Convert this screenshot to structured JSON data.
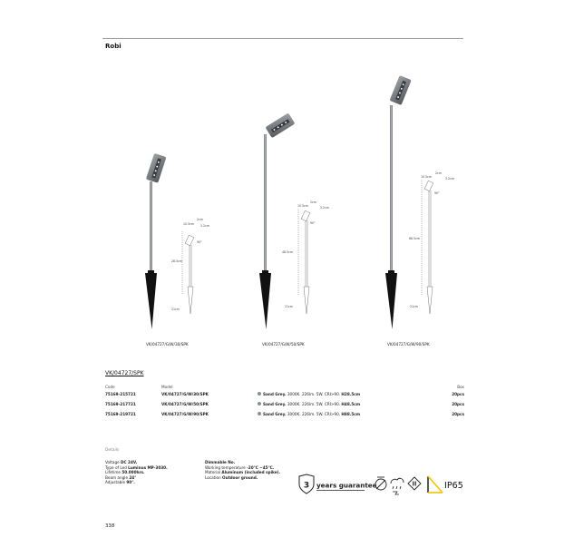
{
  "page": {
    "title": "Robi",
    "page_number": "338"
  },
  "products": [
    {
      "caption": "VK/04727/G/W/30/SPK",
      "dims": {
        "w1": "10.5cm",
        "w2": "2cm",
        "w3": "3.2cm",
        "angle": "90°",
        "height": "28.5cm",
        "spike": "21cm"
      }
    },
    {
      "caption": "VK/04727/G/W/50/SPK",
      "dims": {
        "w1": "10.5cm",
        "w2": "2cm",
        "w3": "3.2cm",
        "angle": "90°",
        "height": "48.5cm",
        "spike": "21cm"
      }
    },
    {
      "caption": "VK/04727/G/W/90/SPK",
      "dims": {
        "w1": "10.5cm",
        "w2": "2cm",
        "w3": "3.2cm",
        "angle": "90°",
        "height": "88.5cm",
        "spike": "21cm"
      }
    }
  ],
  "series": "VK/04727/SPK",
  "table": {
    "headers": {
      "code": "Code",
      "model": "Model",
      "box": "Box"
    },
    "rows": [
      {
        "code": "75169-215721",
        "model": "VK/04727/G/W/30/SPK",
        "color": "Sand Grey.",
        "spec": " 3000K. 226lm. 5W. CRI>90. ",
        "height": "H28.5cm",
        "box": "20pcs"
      },
      {
        "code": "75169-217721",
        "model": "VK/04727/G/W/50/SPK",
        "color": "Sand Grey.",
        "spec": " 3000K. 226lm. 5W. CRI>90. ",
        "height": "H48.5cm",
        "box": "20pcs"
      },
      {
        "code": "75169-219721",
        "model": "VK/04727/G/W/90/SPK",
        "color": "Sand Grey.",
        "spec": " 3000K. 226lm. 5W. CRI>90. ",
        "height": "H88.5cm",
        "box": "20pcs"
      }
    ]
  },
  "details": {
    "heading": "Details",
    "col1": [
      {
        "label": "Voltage ",
        "value": "DC 24V."
      },
      {
        "label": "Type of Led ",
        "value": "Luminus MP-3030."
      },
      {
        "label": "Lifetime ",
        "value": "50.000hrs."
      },
      {
        "label": "Beam angle ",
        "value": "24°"
      },
      {
        "label": "Adjustable ",
        "value": "90°."
      }
    ],
    "col2": [
      {
        "label": "",
        "value": "Dimmable No."
      },
      {
        "label": "Working temperature ",
        "value": "-20°C ~45°C."
      },
      {
        "label": "Material ",
        "value": "Aluminum (included spike)."
      },
      {
        "label": "Location ",
        "value": "Outdoor ground."
      }
    ]
  },
  "badges": {
    "warranty_years": "3",
    "warranty_text": "years guarantee",
    "ip_rating": "IP65"
  },
  "colors": {
    "body_grey": "#8a8f93",
    "spike": "#111111",
    "ip_yellow": "#f2c200"
  }
}
